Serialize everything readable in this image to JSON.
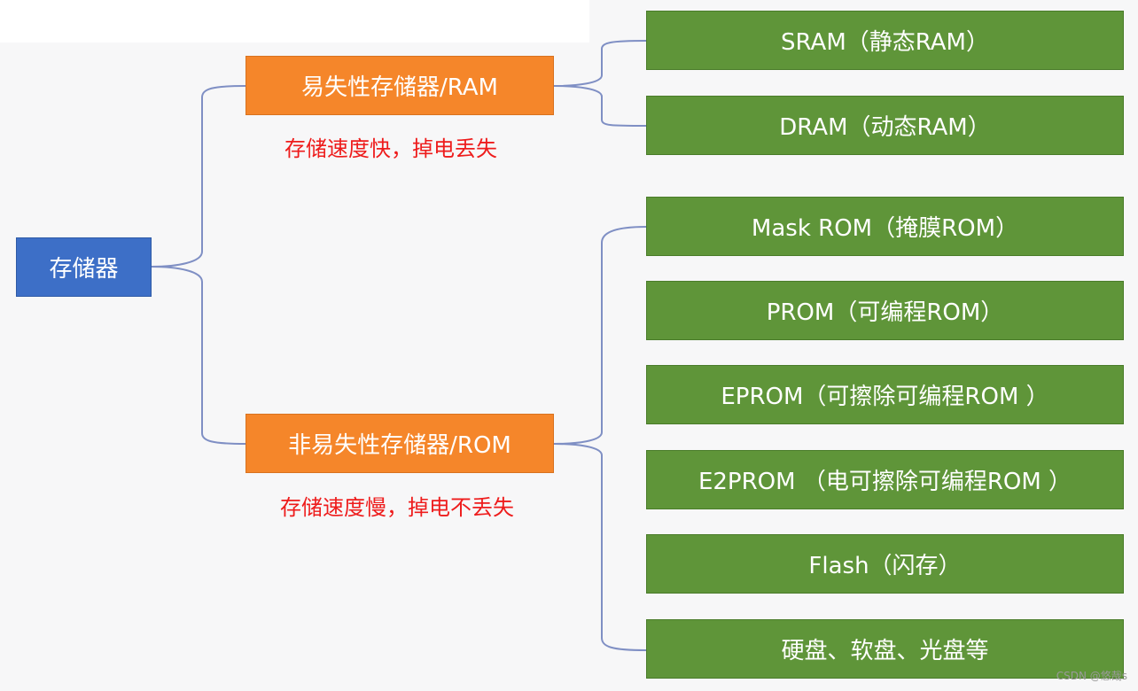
{
  "diagram": {
    "root": "存储器",
    "categories": [
      {
        "key": "ram",
        "label": "易失性存储器/RAM",
        "note": "存储速度快，掉电丢失",
        "items": [
          "SRAM（静态RAM）",
          "DRAM（动态RAM）"
        ]
      },
      {
        "key": "rom",
        "label": "非易失性存储器/ROM",
        "note": "存储速度慢，掉电不丢失",
        "items": [
          "Mask ROM（掩膜ROM）",
          "PROM（可编程ROM）",
          "EPROM（可擦除可编程ROM ）",
          "E2PROM （电可擦除可编程ROM ）",
          "Flash（闪存）",
          "硬盘、软盘、光盘等"
        ]
      }
    ]
  },
  "colors": {
    "root": "#3d6fc7",
    "category": "#f5862a",
    "leaf": "#5f9539",
    "note": "#ee1c1c",
    "connector": "#7f8fc4"
  },
  "watermark": "CSDN @悠哉s"
}
